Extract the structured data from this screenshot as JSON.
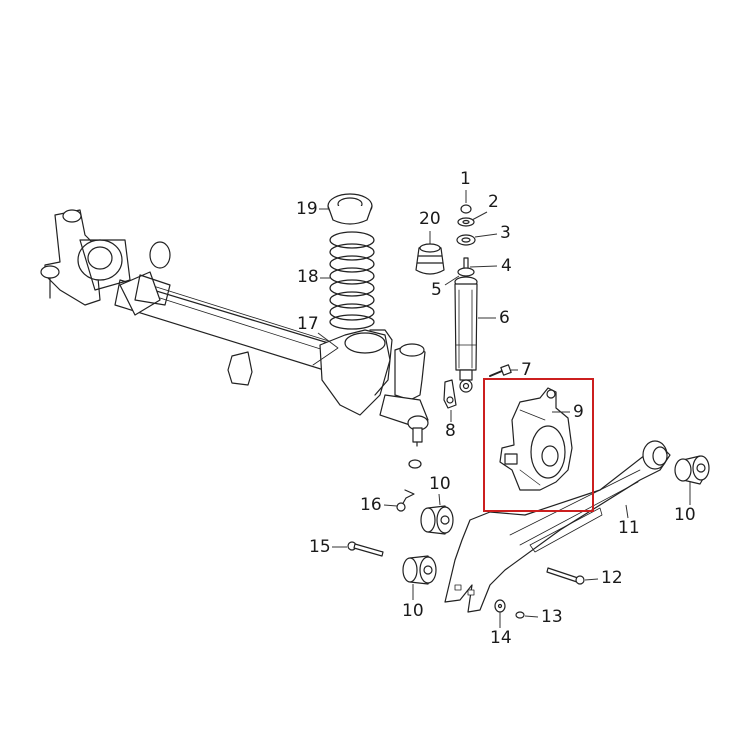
{
  "diagram": {
    "type": "exploded-parts-view",
    "subject": "Rear suspension assembly",
    "highlight": {
      "part_number": "9",
      "color": "#cc1f1f"
    },
    "callouts": [
      {
        "id": "c1",
        "label": "1",
        "part": "nut"
      },
      {
        "id": "c2",
        "label": "2",
        "part": "washer"
      },
      {
        "id": "c3",
        "label": "3",
        "part": "isolator"
      },
      {
        "id": "c4",
        "label": "4",
        "part": "shock stem"
      },
      {
        "id": "c5",
        "label": "5",
        "part": "shock isolator"
      },
      {
        "id": "c6",
        "label": "6",
        "part": "shock absorber"
      },
      {
        "id": "c7",
        "label": "7",
        "part": "bolt"
      },
      {
        "id": "c8",
        "label": "8",
        "part": "bracket"
      },
      {
        "id": "c9",
        "label": "9",
        "part": "knuckle / hub carrier"
      },
      {
        "id": "c10a",
        "label": "10",
        "part": "bushing"
      },
      {
        "id": "c10b",
        "label": "10",
        "part": "bushing"
      },
      {
        "id": "c10c",
        "label": "10",
        "part": "bushing"
      },
      {
        "id": "c11",
        "label": "11",
        "part": "trailing arm"
      },
      {
        "id": "c12",
        "label": "12",
        "part": "bolt"
      },
      {
        "id": "c13",
        "label": "13",
        "part": "nut"
      },
      {
        "id": "c14",
        "label": "14",
        "part": "washer"
      },
      {
        "id": "c15",
        "label": "15",
        "part": "bolt"
      },
      {
        "id": "c16",
        "label": "16",
        "part": "bracket"
      },
      {
        "id": "c17",
        "label": "17",
        "part": "axle assembly"
      },
      {
        "id": "c18",
        "label": "18",
        "part": "coil spring"
      },
      {
        "id": "c19",
        "label": "19",
        "part": "spring isolator"
      },
      {
        "id": "c20",
        "label": "20",
        "part": "jounce bumper"
      }
    ]
  }
}
